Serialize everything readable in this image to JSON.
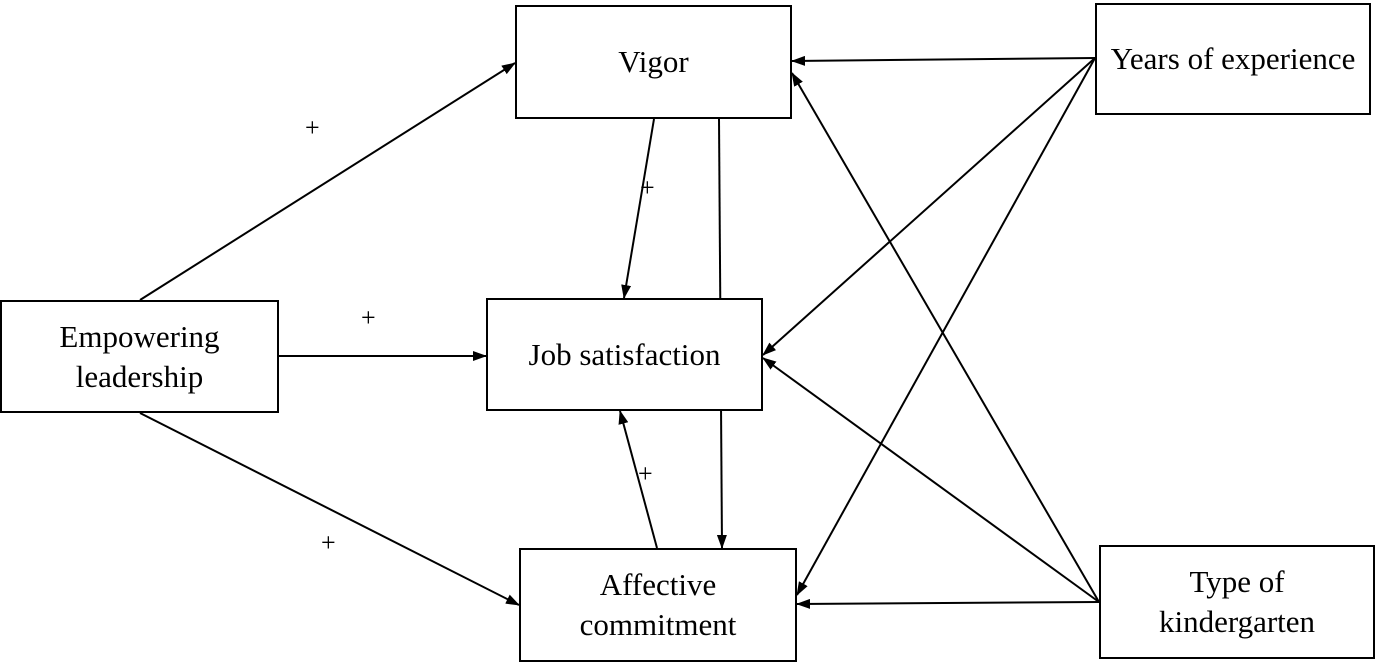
{
  "nodes": {
    "vigor": {
      "label": "Vigor"
    },
    "job_satisfaction": {
      "label": "Job satisfaction"
    },
    "affective_commitment": {
      "line1": "Affective",
      "line2": "commitment"
    },
    "empowering_leadership": {
      "line1": "Empowering",
      "line2": "leadership"
    },
    "years_of_experience": {
      "label": "Years of experience"
    },
    "type_of_kindergarten": {
      "line1": "Type of",
      "line2": "kindergarten"
    }
  },
  "edges": [
    {
      "from": "empowering_leadership",
      "to": "vigor",
      "sign": "+"
    },
    {
      "from": "empowering_leadership",
      "to": "job_satisfaction",
      "sign": "+"
    },
    {
      "from": "empowering_leadership",
      "to": "affective_commitment",
      "sign": "+"
    },
    {
      "from": "vigor",
      "to": "job_satisfaction",
      "sign": "+"
    },
    {
      "from": "affective_commitment",
      "to": "job_satisfaction",
      "sign": "+"
    },
    {
      "from": "vigor",
      "to": "affective_commitment",
      "sign": ""
    },
    {
      "from": "years_of_experience",
      "to": "vigor",
      "sign": ""
    },
    {
      "from": "years_of_experience",
      "to": "job_satisfaction",
      "sign": ""
    },
    {
      "from": "years_of_experience",
      "to": "affective_commitment",
      "sign": ""
    },
    {
      "from": "type_of_kindergarten",
      "to": "vigor",
      "sign": ""
    },
    {
      "from": "type_of_kindergarten",
      "to": "job_satisfaction",
      "sign": ""
    },
    {
      "from": "type_of_kindergarten",
      "to": "affective_commitment",
      "sign": ""
    }
  ],
  "colors": {
    "line": "#000000",
    "background": "#ffffff"
  }
}
